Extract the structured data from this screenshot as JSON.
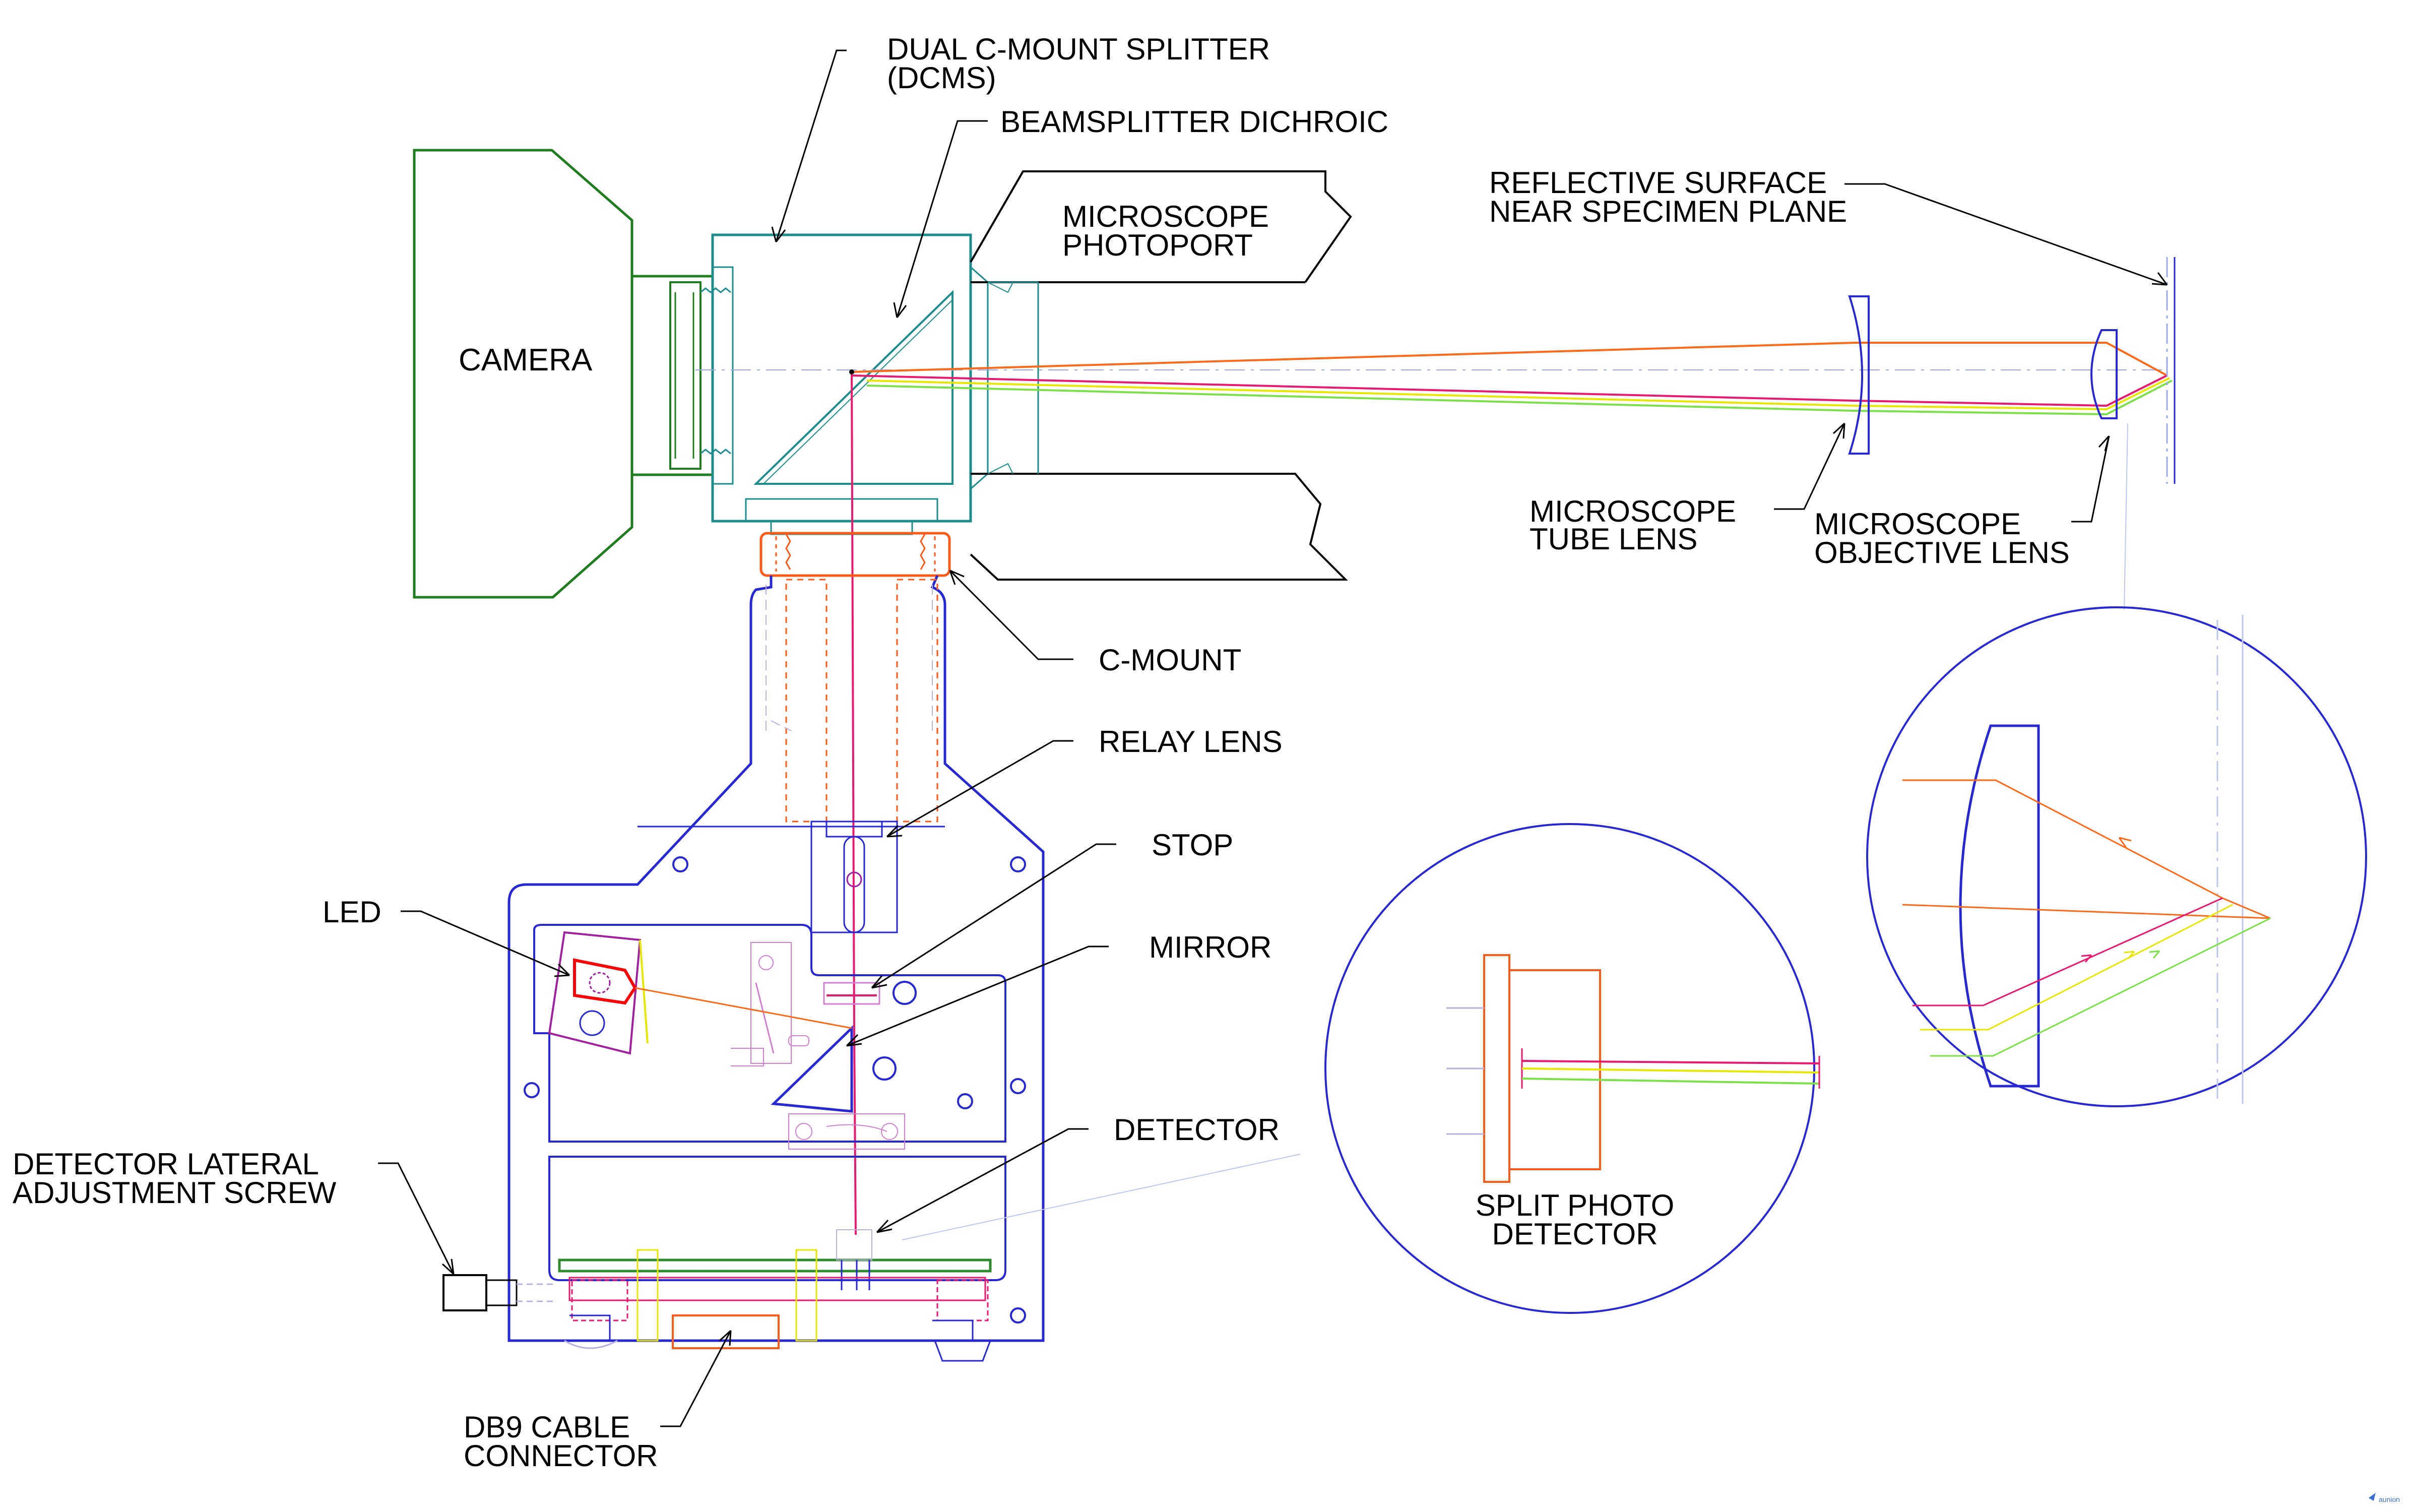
{
  "labels": {
    "dcms": [
      "DUAL C-MOUNT SPLITTER",
      "(DCMS)"
    ],
    "beamsplitter": "BEAMSPLITTER DICHROIC",
    "photoport": [
      "MICROSCOPE",
      "PHOTOPORT"
    ],
    "reflective": [
      "REFLECTIVE SURFACE",
      "NEAR SPECIMEN PLANE"
    ],
    "camera": "CAMERA",
    "tube_lens": [
      "MICROSCOPE",
      "TUBE LENS"
    ],
    "objective": [
      "MICROSCOPE",
      "OBJECTIVE LENS"
    ],
    "cmount": "C-MOUNT",
    "relay": "RELAY LENS",
    "stop": "STOP",
    "led": "LED",
    "mirror": "MIRROR",
    "detector": "DETECTOR",
    "screw": [
      "DETECTOR LATERAL",
      "ADJUSTMENT SCREW"
    ],
    "split_detector": [
      "SPLIT PHOTO",
      "DETECTOR"
    ],
    "db9": [
      "DB9 CABLE",
      "CONNECTOR"
    ]
  },
  "watermark": "aunion",
  "colors": {
    "housing": "#2727d4",
    "camera": "#1f7d1f",
    "splitter": "#1c8c8c",
    "beam_orange": "#ff6a1a",
    "beam_magenta": "#e8196f",
    "beam_yellow": "#e6e600",
    "beam_green": "#7be04a",
    "cmount": "#ff5a1a",
    "led_red": "#ff0000",
    "purple": "#a020a0",
    "pcb_green": "#2e8b2e"
  }
}
